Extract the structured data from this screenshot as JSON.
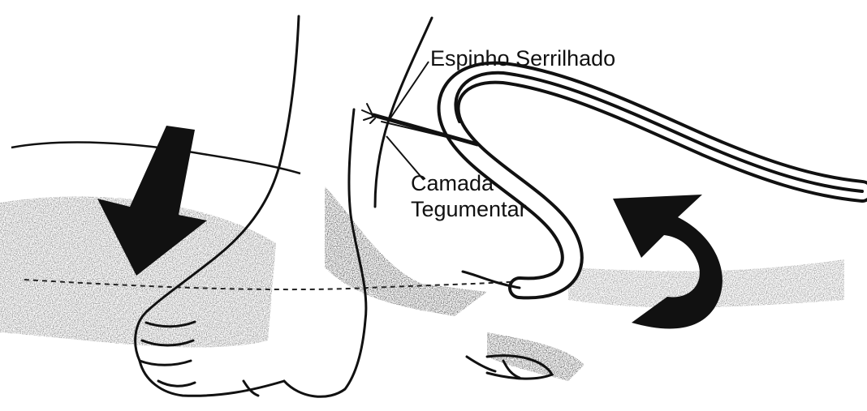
{
  "labels": {
    "spine": "Espinho Serrilhado",
    "layer_line1": "Camada",
    "layer_line2": "Tegumentar"
  },
  "colors": {
    "ink": "#111111",
    "background": "#ffffff",
    "stipple": "#555555"
  }
}
